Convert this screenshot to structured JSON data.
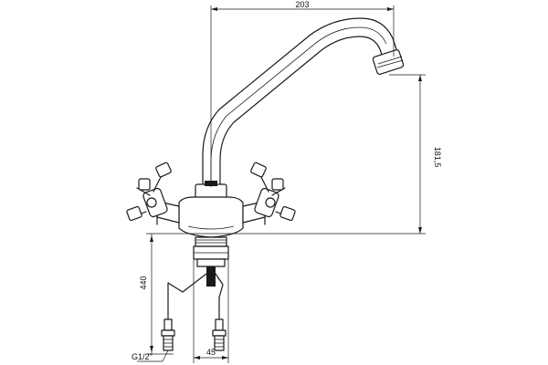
{
  "dimensions": {
    "spout_reach": "203",
    "spout_height": "181,5",
    "hose_length": "440",
    "base_width": "45",
    "thread": "G1/2\""
  }
}
